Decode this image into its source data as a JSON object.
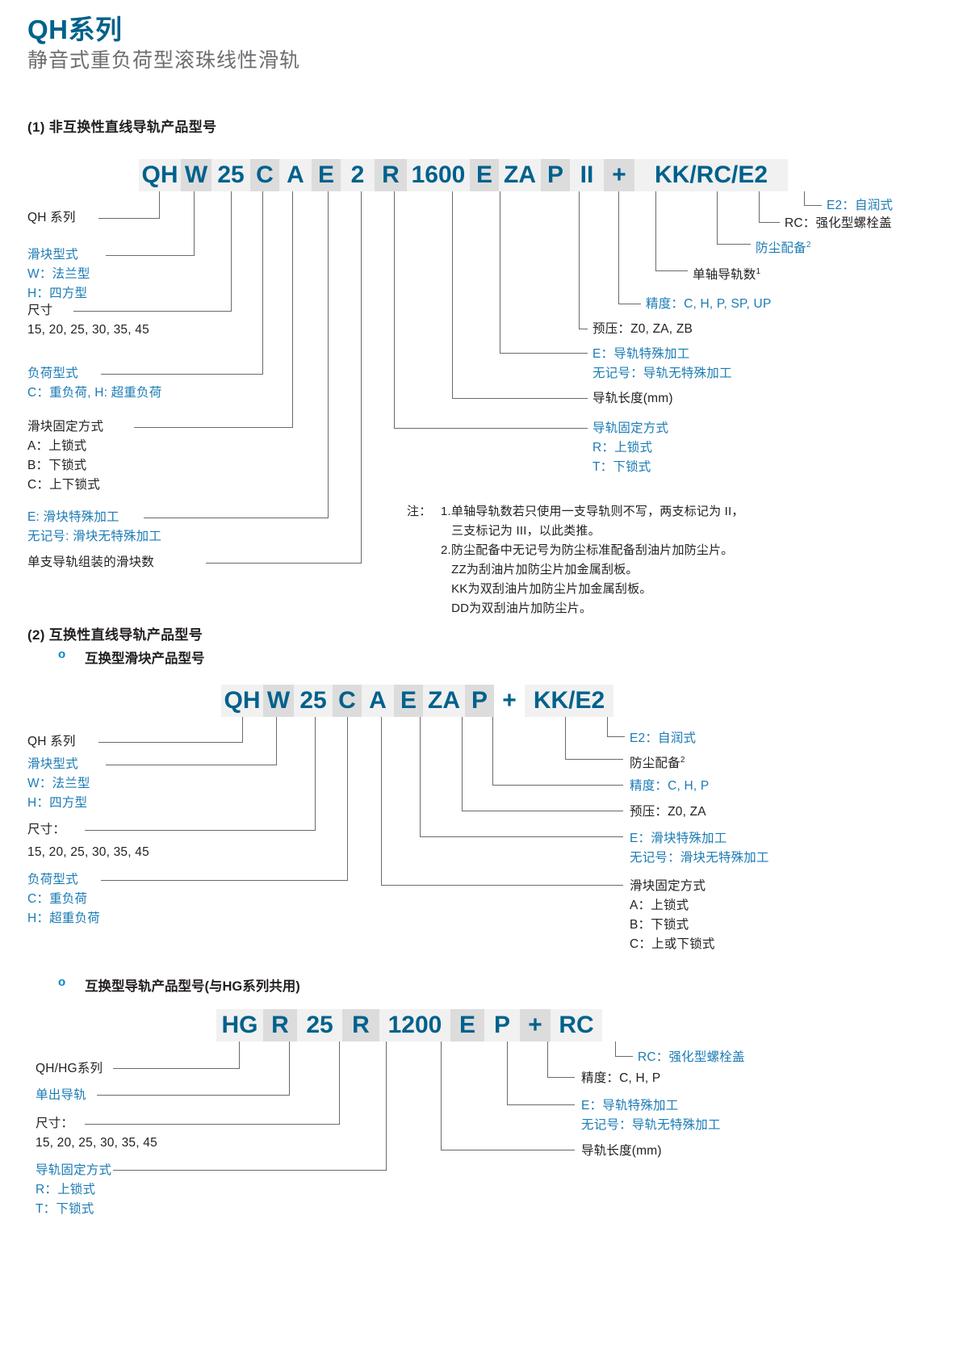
{
  "header": {
    "title": "QH系列",
    "subtitle": "静音式重负荷型滚珠线性滑轨"
  },
  "section1": {
    "heading": "(1) 非互换性直线导轨产品型号",
    "code_cells": [
      "QH",
      "W",
      "25",
      "C",
      "A",
      "E",
      "2",
      "R",
      "1600",
      "E",
      "ZA",
      "P",
      "II",
      "+",
      "KK/RC/E2"
    ],
    "left_labels": [
      {
        "head": "QH 系列",
        "lines": []
      },
      {
        "head": "滑块型式",
        "lines": [
          "W：法兰型",
          "H：四方型"
        ]
      },
      {
        "head": "尺寸",
        "lines": [
          "15, 20, 25, 30, 35, 45"
        ]
      },
      {
        "head": "负荷型式",
        "lines": [
          "C：重负荷, H: 超重负荷"
        ]
      },
      {
        "head": "滑块固定方式",
        "lines": [
          "A：上锁式",
          "B：下锁式",
          "C：上下锁式"
        ]
      },
      {
        "head": "E: 滑块特殊加工",
        "lines": [
          "无记号: 滑块无特殊加工"
        ]
      },
      {
        "head": "单支导轨组装的滑块数",
        "lines": []
      }
    ],
    "right_labels": [
      {
        "head": "E2：自润式",
        "lines": []
      },
      {
        "head": "RC：强化型螺栓盖",
        "lines": []
      },
      {
        "head": "防尘配备2",
        "lines": []
      },
      {
        "head": "单轴导轨数1",
        "lines": []
      },
      {
        "head": "精度：C, H, P, SP, UP",
        "lines": []
      },
      {
        "head": "预压：Z0, ZA, ZB",
        "lines": []
      },
      {
        "head": "E：导轨特殊加工",
        "lines": [
          "无记号：导轨无特殊加工"
        ]
      },
      {
        "head": "导轨长度(mm)",
        "lines": []
      },
      {
        "head": "导轨固定方式",
        "lines": [
          "R：上锁式",
          "T：下锁式"
        ]
      }
    ],
    "notes_label": "注：",
    "notes": [
      "1.单轴导轨数若只使用一支导轨则不写，两支标记为 II，",
      "   三支标记为 III，以此类推。",
      "2.防尘配备中无记号为防尘标准配备刮油片加防尘片。",
      "   ZZ为刮油片加防尘片加金属刮板。",
      "   KK为双刮油片加防尘片加金属刮板。",
      "   DD为双刮油片加防尘片。"
    ]
  },
  "section2": {
    "heading": "(2) 互换性直线导轨产品型号",
    "sub1": {
      "bullet": "o",
      "heading": "互换型滑块产品型号",
      "code_cells": [
        "QH",
        "W",
        "25",
        "C",
        "A",
        "E",
        "ZA",
        "P",
        "+",
        "KK/E2"
      ],
      "left_labels": [
        {
          "head": "QH 系列",
          "lines": []
        },
        {
          "head": "滑块型式",
          "lines": [
            "W：法兰型",
            "H：四方型"
          ]
        },
        {
          "head": "尺寸：",
          "lines": [
            "15, 20, 25, 30, 35, 45"
          ]
        },
        {
          "head": "负荷型式",
          "lines": [
            "C：重负荷",
            "H：超重负荷"
          ]
        }
      ],
      "right_labels": [
        {
          "head": "E2：自润式",
          "lines": []
        },
        {
          "head": "防尘配备2",
          "lines": []
        },
        {
          "head": "精度：C, H, P",
          "lines": []
        },
        {
          "head": "预压：Z0, ZA",
          "lines": []
        },
        {
          "head": "E：滑块特殊加工",
          "lines": [
            "无记号：滑块无特殊加工"
          ]
        },
        {
          "head": "滑块固定方式",
          "lines": [
            "A：上锁式",
            "B：下锁式",
            "C：上或下锁式"
          ]
        }
      ]
    },
    "sub2": {
      "bullet": "o",
      "heading": "互换型导轨产品型号(与HG系列共用)",
      "code_cells": [
        "HG",
        "R",
        "25",
        "R",
        "1200",
        "E",
        "P",
        "+",
        "RC"
      ],
      "left_labels": [
        {
          "head": "QH/HG系列",
          "lines": []
        },
        {
          "head": "单出导轨",
          "lines": []
        },
        {
          "head": "尺寸：",
          "lines": [
            "15, 20, 25, 30, 35, 45"
          ]
        },
        {
          "head": "导轨固定方式",
          "lines": [
            "R：上锁式",
            "T：下锁式"
          ]
        }
      ],
      "right_labels": [
        {
          "head": "RC：强化型螺栓盖",
          "lines": []
        },
        {
          "head": "精度：C, H, P",
          "lines": []
        },
        {
          "head": "E：导轨特殊加工",
          "lines": [
            "无记号：导轨无特殊加工"
          ]
        },
        {
          "head": "导轨长度(mm)",
          "lines": []
        }
      ]
    }
  },
  "colors": {
    "brand_blue": "#00618c",
    "label_blue": "#1b7bb5",
    "accent_dot": "#0087c8",
    "text_dark": "#231f20",
    "subtitle_gray": "#6d6e71",
    "cell_light": "#f1f1f1",
    "cell_dark": "#dcdcdc",
    "leader_line": "#6a6a6a"
  }
}
